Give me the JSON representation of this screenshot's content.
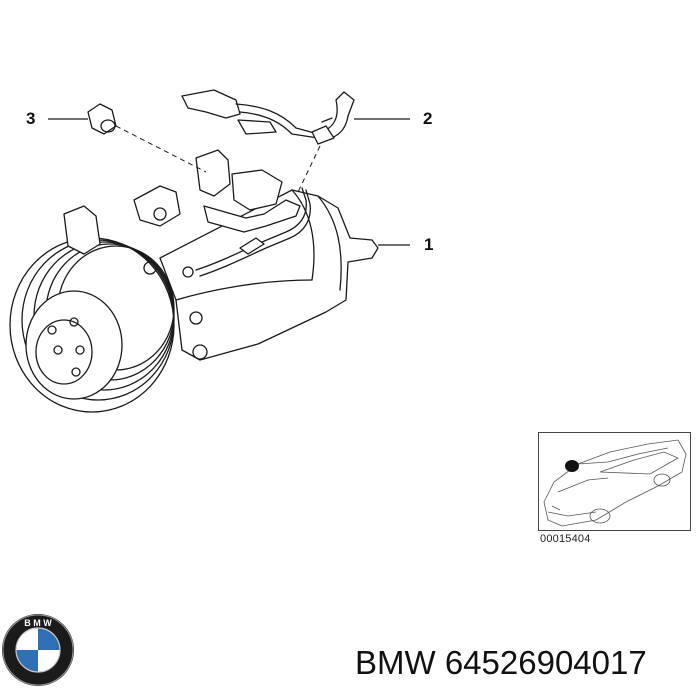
{
  "diagram": {
    "callouts": [
      {
        "id": "1",
        "label": "1"
      },
      {
        "id": "2",
        "label": "2"
      },
      {
        "id": "3",
        "label": "3"
      }
    ],
    "reference_code": "00015404"
  },
  "footer": {
    "brand": "BMW",
    "part_number": "64526904017",
    "logo_letters": "BMW"
  },
  "colors": {
    "line": "#1a1a1a",
    "logo_blue": "#2f6fb3",
    "logo_ring": "#1b1b1b"
  }
}
